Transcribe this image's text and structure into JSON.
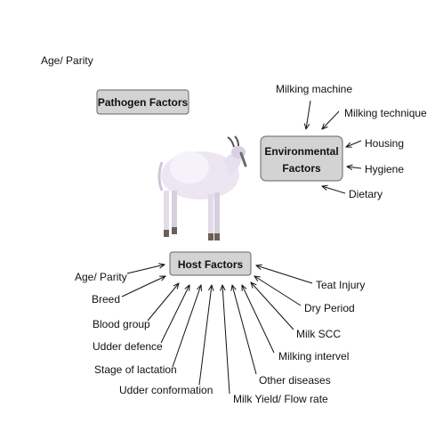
{
  "stray_label": "Age/ Parity",
  "boxes": {
    "pathogen": "Pathogen Factors",
    "environmental_line1": "Environmental",
    "environmental_line2": "Factors",
    "host": "Host Factors"
  },
  "environmental_factors": [
    "Milking machine",
    "Milking technique",
    "Housing",
    "Hygiene",
    "Dietary"
  ],
  "host_factors": [
    "Age/ Parity",
    "Breed",
    "Blood group",
    "Udder defence",
    "Stage of lactation",
    "Udder conformation",
    "Milk Yield/ Flow rate",
    "Other diseases",
    "Milking intervel",
    "Milk SCC",
    "Dry Period",
    "Teat Injury"
  ],
  "illustration": "goat",
  "colors": {
    "box_fill": "#d3d3d3",
    "box_stroke": "#666666",
    "arrow": "#111111",
    "text": "#111111"
  }
}
